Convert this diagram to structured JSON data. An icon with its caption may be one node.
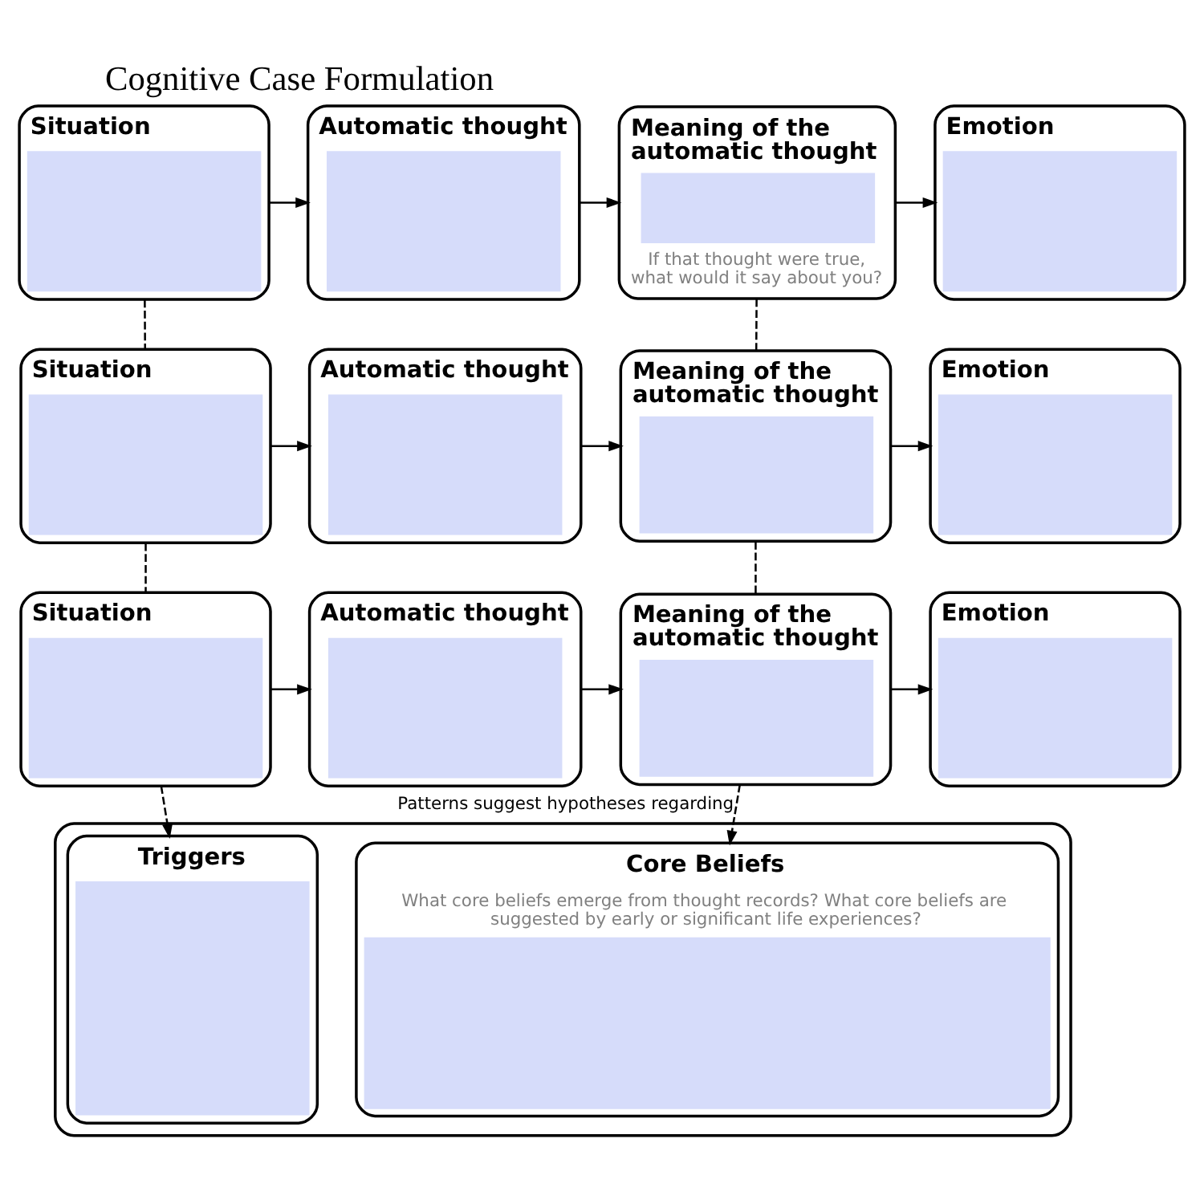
{
  "diagram": {
    "title": "Cognitive Case Formulation",
    "nodes": [
      {
        "text": [
          "Situation"
        ]
      },
      {
        "text": [
          "Automatic thought"
        ]
      },
      {
        "text": [
          "Meaning of the automatic thought",
          "If that thought were true, what would it say about you?"
        ]
      },
      {
        "text": [
          "Emotion"
        ]
      },
      {
        "text": [
          "Situation"
        ]
      },
      {
        "text": [
          "Automatic thought"
        ]
      },
      {
        "text": [
          "Meaning of the automatic thought"
        ]
      },
      {
        "text": [
          "Emotion"
        ]
      },
      {
        "text": [
          "Situation"
        ]
      },
      {
        "text": [
          "Automatic thought"
        ]
      },
      {
        "text": [
          "Meaning of the automatic thought"
        ]
      },
      {
        "text": [
          "Emotion"
        ]
      },
      {
        "text": [],
        "shape": "box"
      },
      {
        "text": [
          "Triggers"
        ],
        "in": 12
      },
      {
        "text": [
          "Core Beliefs",
          "What core beliefs emerge from thought records? What core beliefs are suggested by early or significant life experiences?"
        ],
        "in": 12
      }
    ],
    "edges": [
      {
        "from": 0,
        "to": 1,
        "arrow": "to"
      },
      {
        "from": 1,
        "to": 2,
        "arrow": "to"
      },
      {
        "from": 2,
        "to": 3,
        "arrow": "to"
      },
      {
        "from": 4,
        "to": 5,
        "arrow": "to"
      },
      {
        "from": 5,
        "to": 6,
        "arrow": "to"
      },
      {
        "from": 6,
        "to": 7,
        "arrow": "to"
      },
      {
        "from": 8,
        "to": 9,
        "arrow": "to"
      },
      {
        "from": 9,
        "to": 10,
        "arrow": "to"
      },
      {
        "from": 10,
        "to": 11,
        "arrow": "to"
      },
      {
        "from": 0,
        "to": 4,
        "arrow": "none",
        "style": "dashed"
      },
      {
        "from": 4,
        "to": 8,
        "arrow": "none",
        "style": "dashed"
      },
      {
        "from": 2,
        "to": 6,
        "arrow": "none",
        "style": "dashed"
      },
      {
        "from": 6,
        "to": 10,
        "arrow": "none",
        "style": "dashed"
      },
      {
        "from": 8,
        "to": 13,
        "arrow": "to",
        "style": "dashed"
      },
      {
        "from": 10,
        "to": 14,
        "label": "Patterns suggest hypotheses regarding",
        "arrow": "to",
        "style": "dashed"
      }
    ]
  }
}
